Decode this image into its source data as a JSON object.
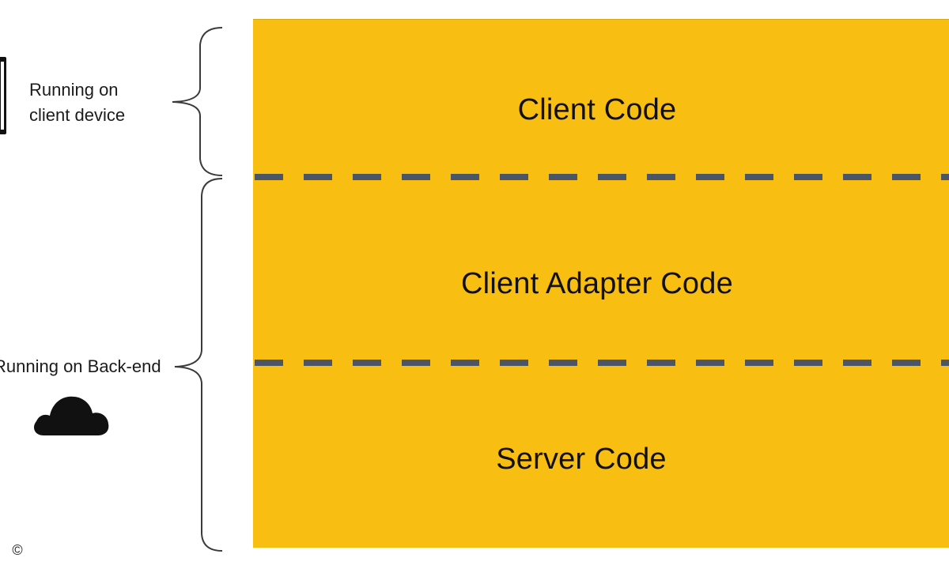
{
  "diagram": {
    "layers": [
      {
        "label": "Client Code"
      },
      {
        "label": "Client Adapter Code"
      },
      {
        "label": "Server Code"
      }
    ],
    "side_labels": {
      "client_device": "Running on\nclient device",
      "backend": "Running on Back-end"
    },
    "copyright_symbol": "©",
    "colors": {
      "panel": "#f8be12",
      "divider": "#4b5566",
      "text": "#111111"
    },
    "icons": {
      "device_icon": "phone-icon",
      "cloud_icon": "cloud-icon"
    }
  }
}
